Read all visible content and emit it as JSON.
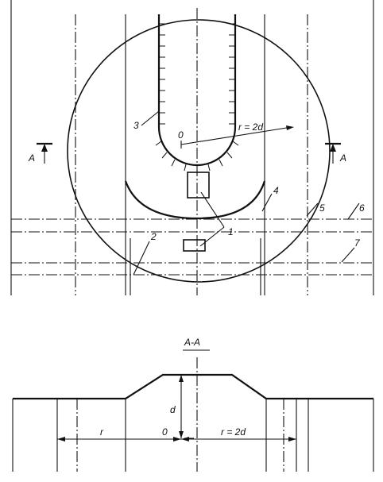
{
  "colors": {
    "ink": "#111111",
    "paper": "#ffffff"
  },
  "plan": {
    "labels": {
      "center": "0",
      "radius": "r = 2d",
      "part1": "1",
      "part2": "2",
      "part3": "3",
      "part4": "4",
      "part5": "5",
      "part6": "6",
      "part7": "7",
      "section_mark": "A"
    }
  },
  "section": {
    "title": "A-A",
    "labels": {
      "r": "r",
      "origin": "0",
      "radius": "r = 2d",
      "height": "d"
    }
  }
}
